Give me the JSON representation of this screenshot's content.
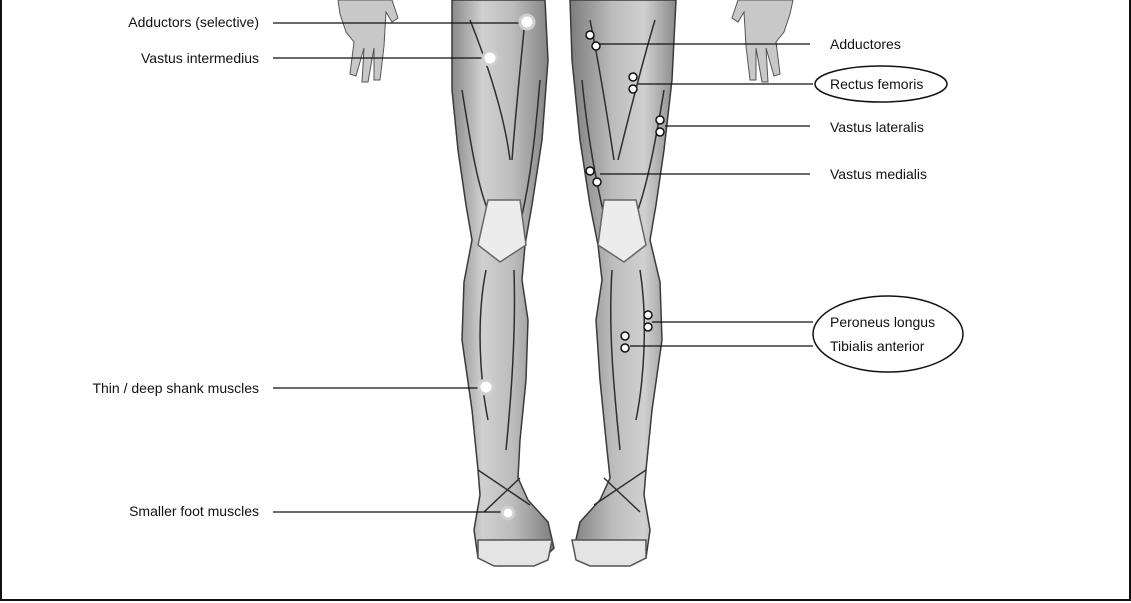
{
  "colors": {
    "background": "#ffffff",
    "ink": "#111111",
    "muscle_light": "#d4d4d4",
    "muscle_mid": "#a9a9a9",
    "muscle_dark": "#555555",
    "tendon": "#ececec"
  },
  "labels_left": {
    "adductors_selective": "Adductors (selective)",
    "vastus_intermedius": "Vastus intermedius",
    "thin_deep_shank": "Thin / deep shank muscles",
    "smaller_foot": "Smaller foot muscles"
  },
  "labels_right": {
    "adductores": "Adductores",
    "rectus_femoris": "Rectus femoris",
    "vastus_lateralis": "Vastus lateralis",
    "vastus_medialis": "Vastus medialis",
    "peroneus_longus": "Peroneus longus",
    "tibialis_anterior": "Tibialis anterior"
  }
}
